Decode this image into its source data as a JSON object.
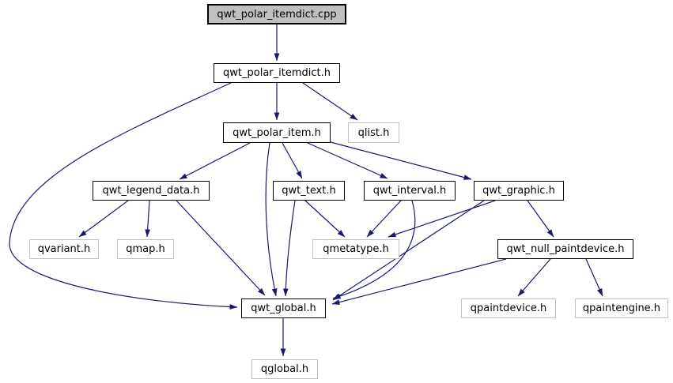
{
  "graph": {
    "edge_color": "#191970",
    "main_node_fill": "#bfbfbf",
    "internal_border_color": "#000000",
    "external_border_color": "#c0c0c0",
    "nodes": {
      "itemdict_cpp": {
        "label": "qwt_polar_itemdict.cpp",
        "type": "main"
      },
      "itemdict_h": {
        "label": "qwt_polar_itemdict.h",
        "type": "internal"
      },
      "polar_item_h": {
        "label": "qwt_polar_item.h",
        "type": "internal"
      },
      "qlist_h": {
        "label": "qlist.h",
        "type": "external"
      },
      "legend_data_h": {
        "label": "qwt_legend_data.h",
        "type": "internal"
      },
      "text_h": {
        "label": "qwt_text.h",
        "type": "internal"
      },
      "interval_h": {
        "label": "qwt_interval.h",
        "type": "internal"
      },
      "graphic_h": {
        "label": "qwt_graphic.h",
        "type": "internal"
      },
      "qvariant_h": {
        "label": "qvariant.h",
        "type": "external"
      },
      "qmap_h": {
        "label": "qmap.h",
        "type": "external"
      },
      "qmetatype_h": {
        "label": "qmetatype.h",
        "type": "external"
      },
      "null_paintdevice_h": {
        "label": "qwt_null_paintdevice.h",
        "type": "internal"
      },
      "qpaintdevice_h": {
        "label": "qpaintdevice.h",
        "type": "external"
      },
      "qpaintengine_h": {
        "label": "qpaintengine.h",
        "type": "external"
      },
      "global_h": {
        "label": "qwt_global.h",
        "type": "internal"
      },
      "qglobal_h": {
        "label": "qglobal.h",
        "type": "external"
      }
    },
    "edges": [
      {
        "from": "qwt_polar_itemdict.cpp",
        "to": "qwt_polar_itemdict.h"
      },
      {
        "from": "qwt_polar_itemdict.h",
        "to": "qwt_polar_item.h"
      },
      {
        "from": "qwt_polar_itemdict.h",
        "to": "qlist.h"
      },
      {
        "from": "qwt_polar_itemdict.h",
        "to": "qwt_global.h"
      },
      {
        "from": "qwt_polar_item.h",
        "to": "qwt_legend_data.h"
      },
      {
        "from": "qwt_polar_item.h",
        "to": "qwt_text.h"
      },
      {
        "from": "qwt_polar_item.h",
        "to": "qwt_interval.h"
      },
      {
        "from": "qwt_polar_item.h",
        "to": "qwt_graphic.h"
      },
      {
        "from": "qwt_polar_item.h",
        "to": "qwt_global.h"
      },
      {
        "from": "qwt_legend_data.h",
        "to": "qvariant.h"
      },
      {
        "from": "qwt_legend_data.h",
        "to": "qmap.h"
      },
      {
        "from": "qwt_legend_data.h",
        "to": "qwt_global.h"
      },
      {
        "from": "qwt_text.h",
        "to": "qmetatype.h"
      },
      {
        "from": "qwt_text.h",
        "to": "qwt_global.h"
      },
      {
        "from": "qwt_interval.h",
        "to": "qmetatype.h"
      },
      {
        "from": "qwt_interval.h",
        "to": "qwt_global.h"
      },
      {
        "from": "qwt_graphic.h",
        "to": "qmetatype.h"
      },
      {
        "from": "qwt_graphic.h",
        "to": "qwt_null_paintdevice.h"
      },
      {
        "from": "qwt_graphic.h",
        "to": "qwt_global.h"
      },
      {
        "from": "qwt_null_paintdevice.h",
        "to": "qpaintdevice.h"
      },
      {
        "from": "qwt_null_paintdevice.h",
        "to": "qpaintengine.h"
      },
      {
        "from": "qwt_null_paintdevice.h",
        "to": "qwt_global.h"
      },
      {
        "from": "qwt_global.h",
        "to": "qglobal.h"
      }
    ]
  }
}
